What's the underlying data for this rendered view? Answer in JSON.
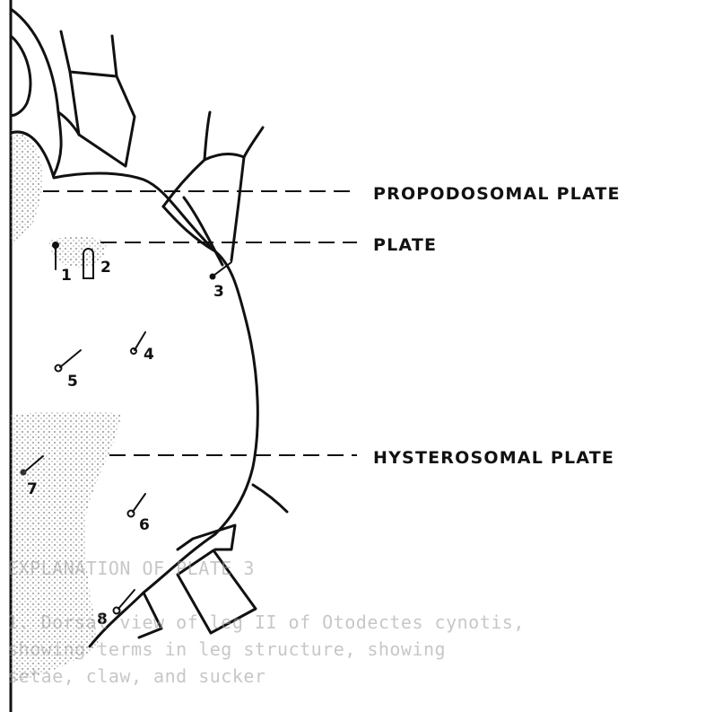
{
  "labels": {
    "propodosomal": "PROPODOSOMAL PLATE",
    "plate": "PLATE",
    "hysterosomal": "HYSTEROSOMAL PLATE"
  },
  "setae": [
    "1",
    "2",
    "3",
    "4",
    "5",
    "6",
    "7",
    "8"
  ],
  "caption": {
    "line1": "EXPLANATION OF PLATE 3",
    "line2": "1. Dorsal view of leg II of Otodectes cynotis,",
    "line3": "showing terms in leg structure, showing",
    "line4": "setae, claw, and sucker"
  }
}
